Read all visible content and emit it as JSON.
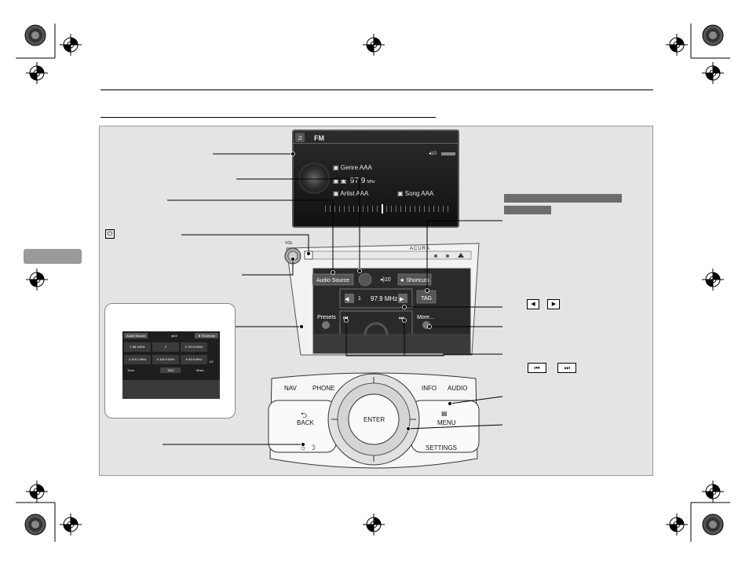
{
  "screen": {
    "source": "FM",
    "volume": "10",
    "genre": "Genre AAA",
    "frequency": "97.9",
    "freq_unit": "MHz",
    "artist": "Artist AAA",
    "song": "Song AAA"
  },
  "head_unit": {
    "brand": "ACURA",
    "vol_label": "VOL",
    "audio_source": "Audio Source",
    "volume": "10",
    "shortcuts": "Shortcuts",
    "tag": "TAG",
    "frequency": "97.9 MHz",
    "preset_no": "1",
    "presets": "Presets",
    "more": "More..."
  },
  "inset": {
    "audio_source": "Audio Source",
    "volume": "10",
    "shortcuts": "Shortcuts",
    "presets": [
      "1 88.1MHz",
      "2",
      "3 103.5 MHz",
      "4 104.1 MHz",
      "5 105.9 MHz",
      "6 99.9 MHz"
    ],
    "page": "1/2",
    "tune": "Tune",
    "tag": "TAG",
    "more": "More..."
  },
  "controller": {
    "nav": "NAV",
    "phone": "PHONE",
    "info": "INFO",
    "audio": "AUDIO",
    "back": "BACK",
    "enter": "ENTER",
    "menu": "MENU",
    "settings": "SETTINGS"
  },
  "icons": [
    "registration-mark",
    "power-icon",
    "music-note-icon",
    "antenna-icon",
    "star-icon",
    "left-arrow-icon",
    "right-arrow-icon",
    "skip-back-icon",
    "skip-forward-icon",
    "back-arrow-icon",
    "menu-icon",
    "brightness-icon",
    "moon-icon"
  ]
}
